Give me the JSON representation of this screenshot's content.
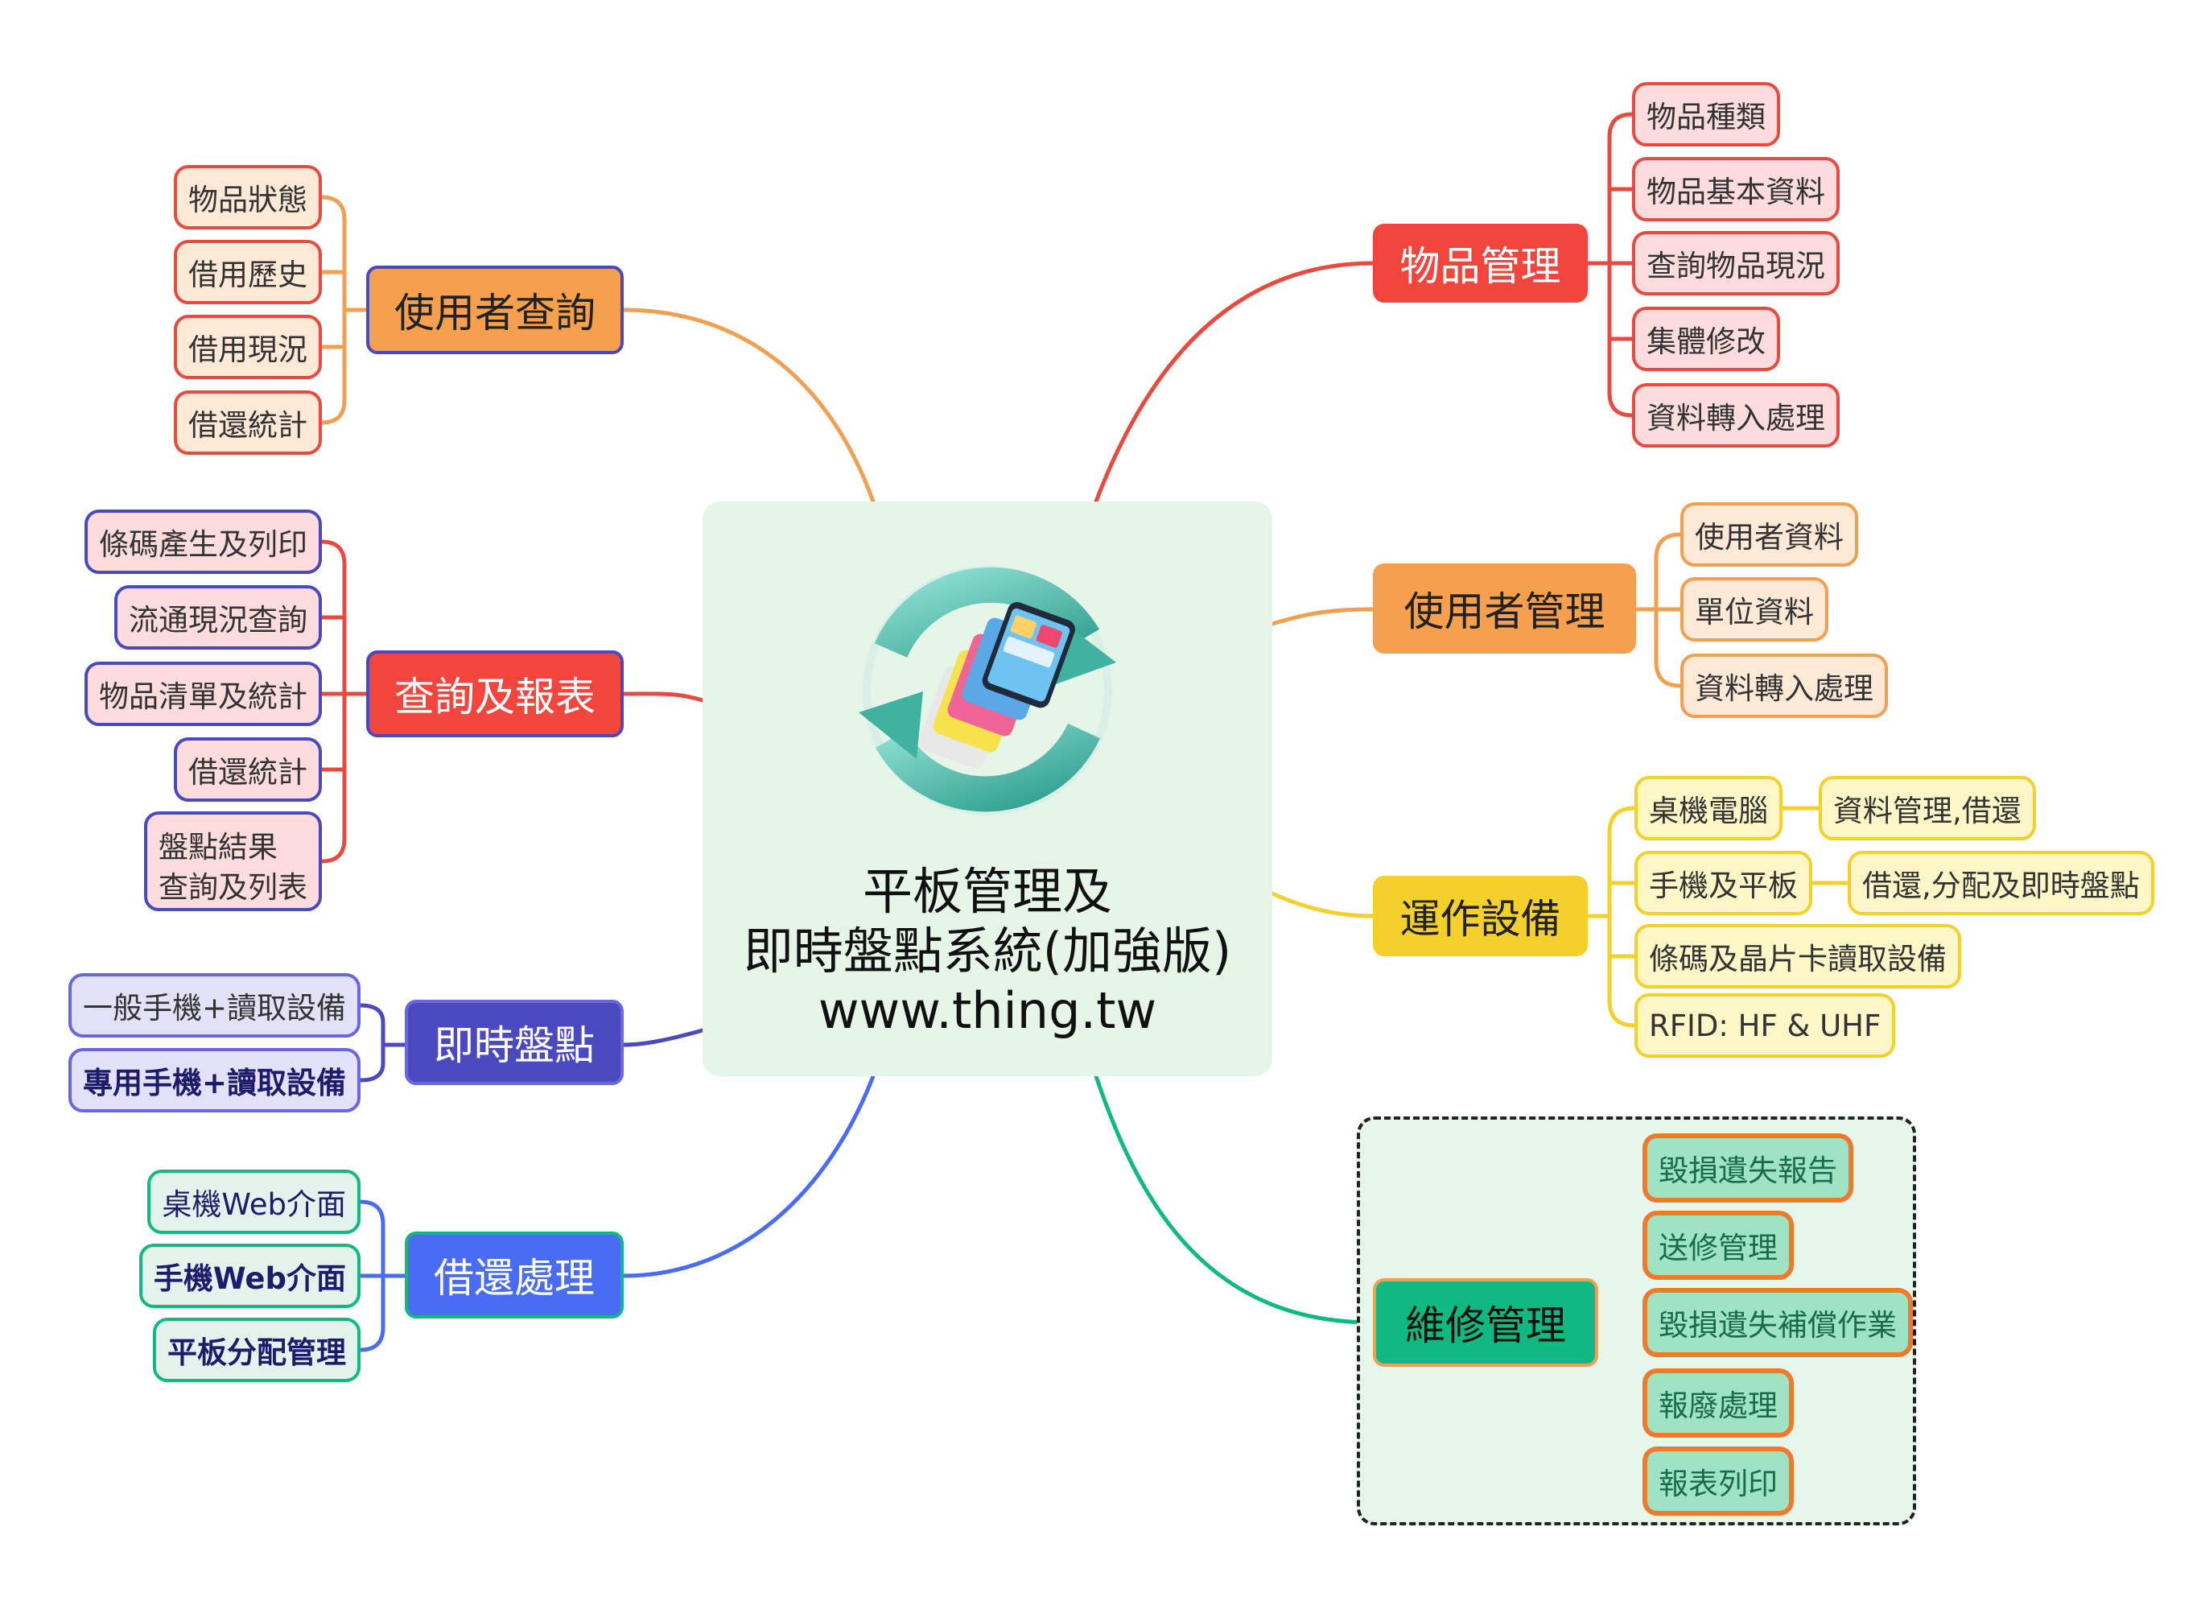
{
  "center": {
    "lines": [
      "平板管理及",
      "即時盤點系統(加強版)",
      "www.thing.tw"
    ]
  },
  "colors": {
    "red": "#e84a3f",
    "orange": "#f0a050",
    "yellow": "#f4d02a",
    "green": "#10b981",
    "indigo": "#4a49c0",
    "blue": "#4a6cf4",
    "center_bg": "#e5f5e7"
  },
  "branches": {
    "item_mgmt": {
      "label": "物品管理",
      "children": [
        "物品種類",
        "物品基本資料",
        "查詢物品現況",
        "集體修改",
        "資料轉入處理"
      ]
    },
    "user_mgmt": {
      "label": "使用者管理",
      "children": [
        "使用者資料",
        "單位資料",
        "資料轉入處理"
      ]
    },
    "devices": {
      "label": "運作設備",
      "children": [
        "桌機電腦",
        "手機及平板",
        "條碼及晶片卡讀取設備",
        "RFID: HF & UHF"
      ],
      "sub": [
        "資料管理,借還",
        "借還,分配及即時盤點"
      ]
    },
    "repair": {
      "label": "維修管理",
      "children": [
        "毀損遺失報告",
        "送修管理",
        "毀損遺失補償作業",
        "報廢處理",
        "報表列印"
      ]
    },
    "user_query": {
      "label": "使用者查詢",
      "children": [
        "物品狀態",
        "借用歷史",
        "借用現況",
        "借還統計"
      ]
    },
    "reports": {
      "label": "查詢及報表",
      "children": [
        "條碼產生及列印",
        "流通現況查詢",
        "物品清單及統計",
        "借還統計",
        "盤點結果",
        "查詢及列表"
      ]
    },
    "inventory": {
      "label": "即時盤點",
      "children": [
        "一般手機+讀取設備",
        "專用手機+讀取設備"
      ]
    },
    "lending": {
      "label": "借還處理",
      "children": [
        "桌機Web介面",
        "手機Web介面",
        "平板分配管理"
      ]
    }
  }
}
